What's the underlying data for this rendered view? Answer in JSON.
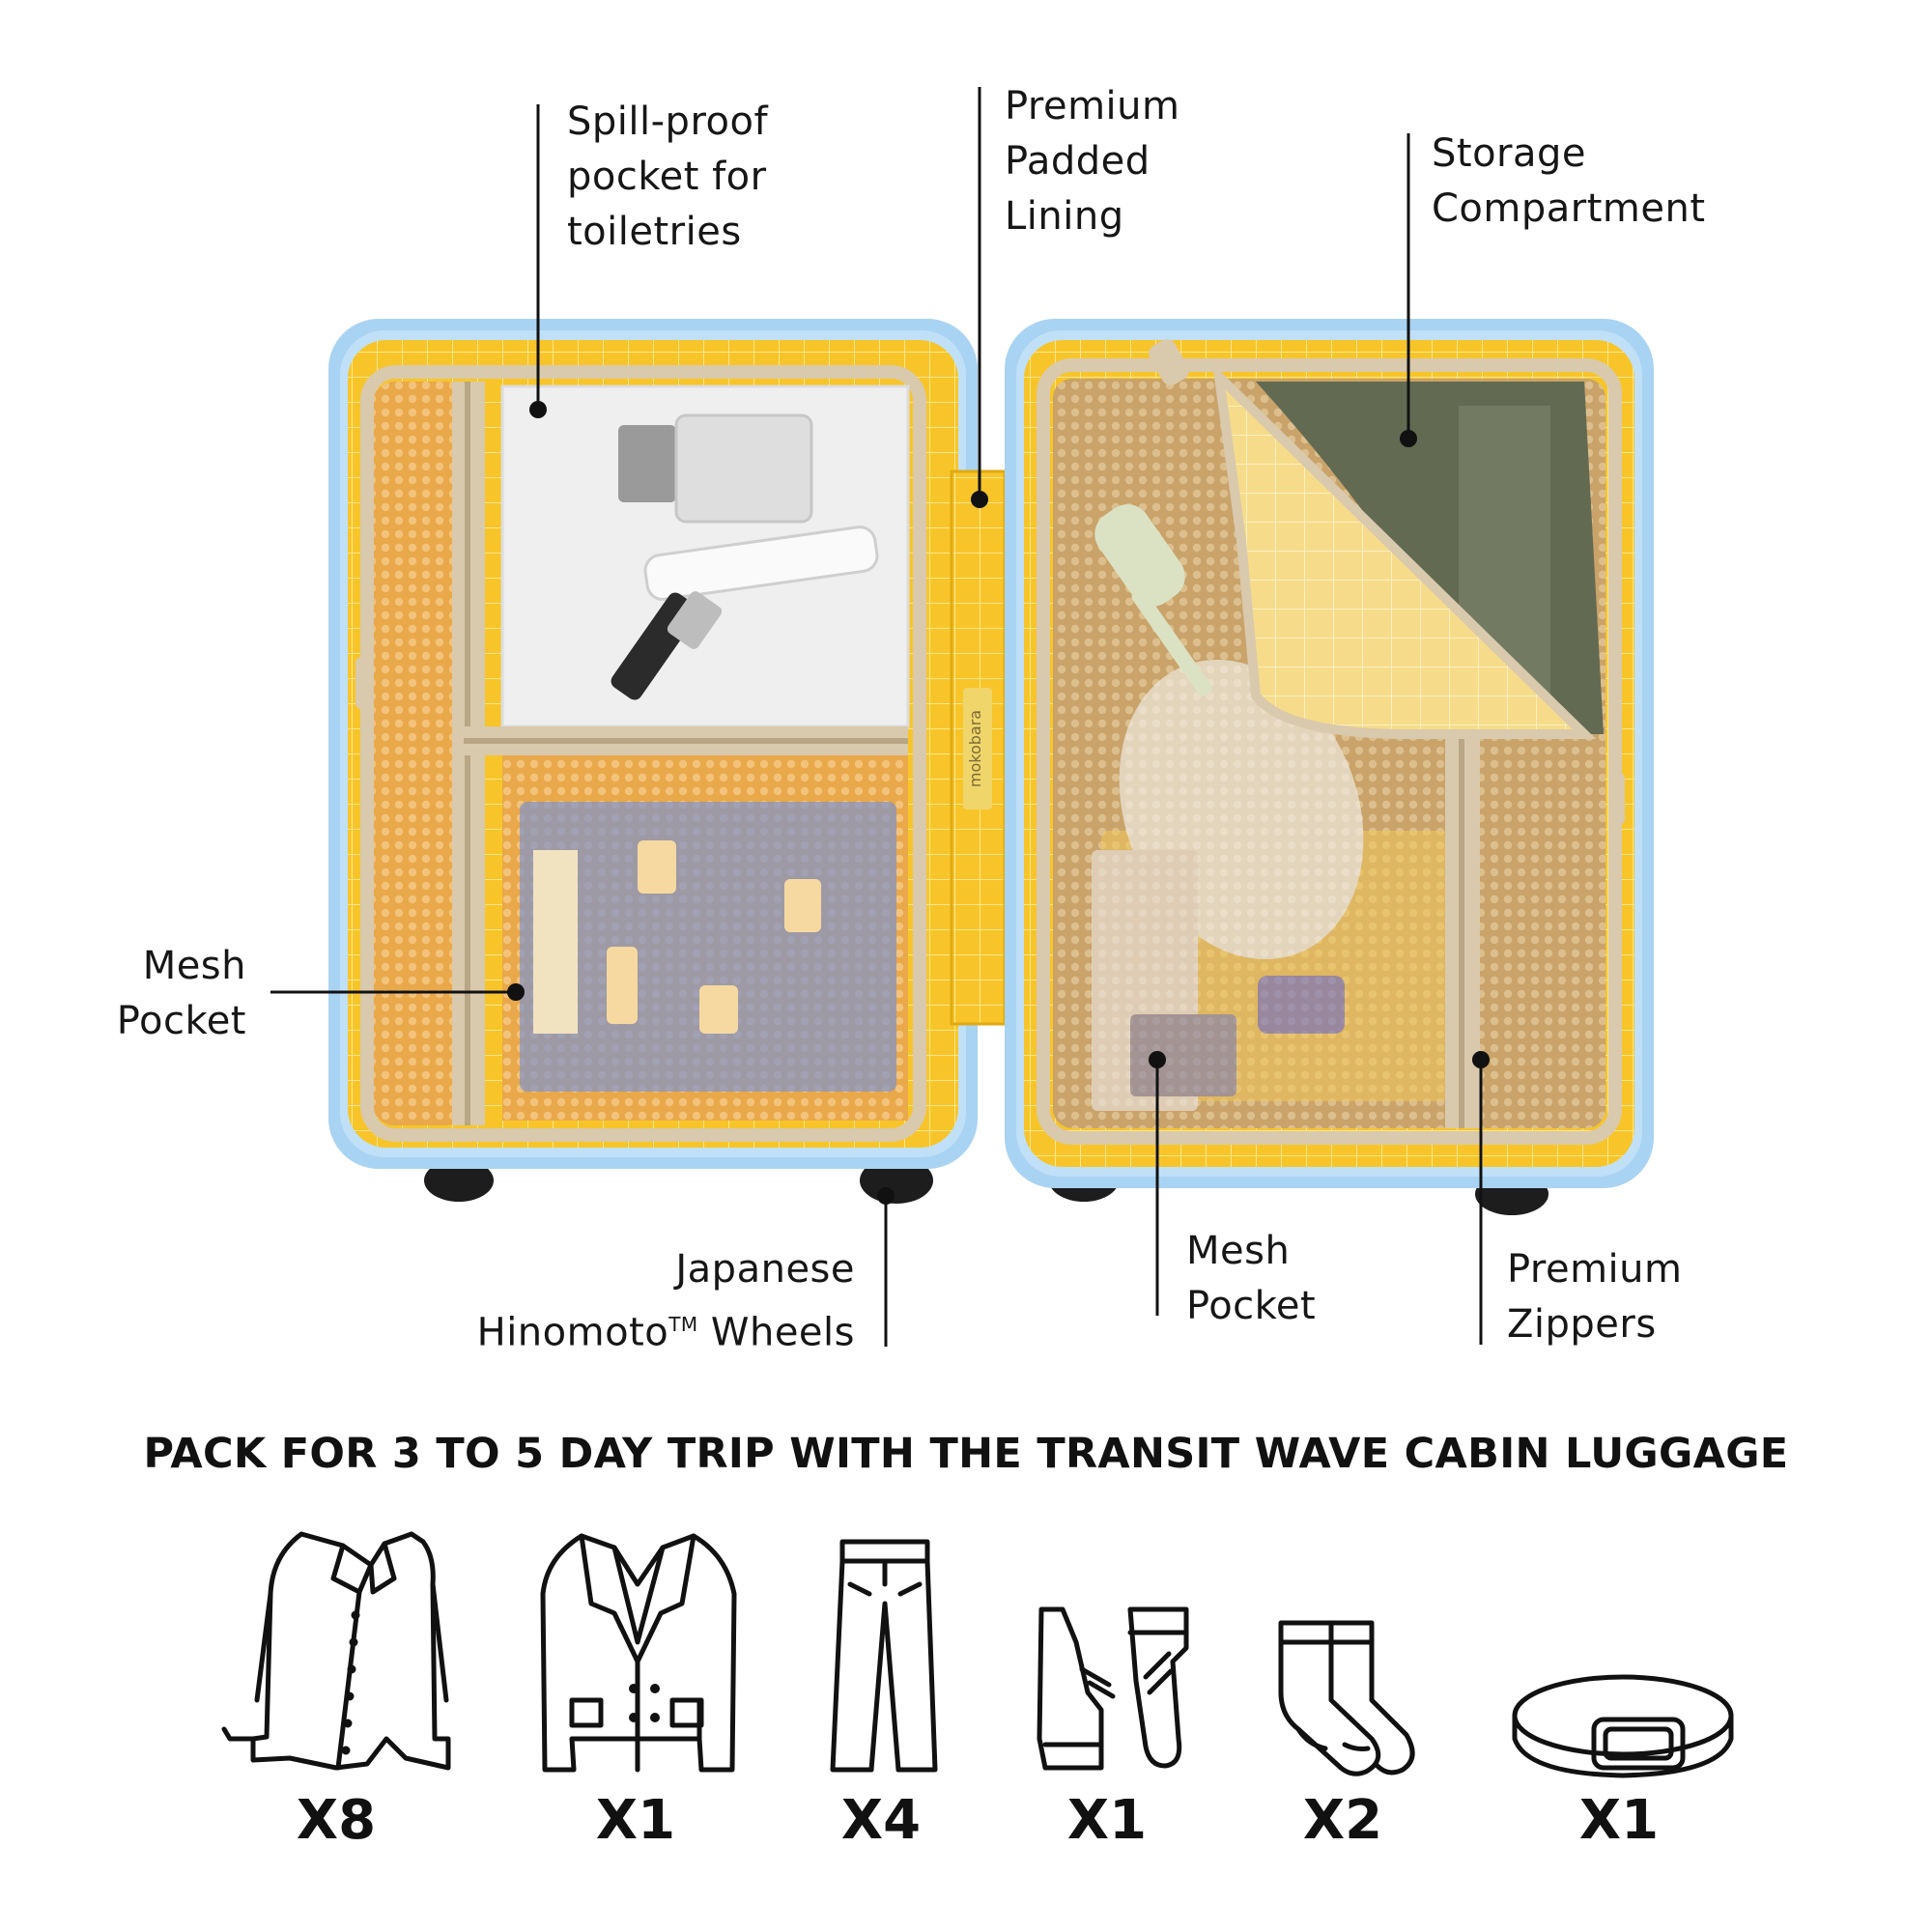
{
  "callouts": {
    "spill_proof": [
      "Spill-proof",
      "pocket for",
      "toiletries"
    ],
    "padded_lining": [
      "Premium",
      "Padded",
      "Lining"
    ],
    "storage": [
      "Storage",
      "Compartment"
    ],
    "mesh_left": [
      "Mesh",
      "Pocket"
    ],
    "wheels": {
      "line1": "Japanese",
      "brand": "Hinomoto",
      "tm": "TM",
      "suffix": "Wheels"
    },
    "mesh_right": [
      "Mesh",
      "Pocket"
    ],
    "zippers": [
      "Premium",
      "Zippers"
    ]
  },
  "product_tag": "mokobara",
  "headline": "PACK FOR 3 TO 5 DAY TRIP WITH THE TRANSIT WAVE CABIN LUGGAGE",
  "packing_items": [
    {
      "icon": "shirt-icon",
      "qty": "X8"
    },
    {
      "icon": "blazer-icon",
      "qty": "X1"
    },
    {
      "icon": "trousers-icon",
      "qty": "X4"
    },
    {
      "icon": "shoes-icon",
      "qty": "X1"
    },
    {
      "icon": "socks-icon",
      "qty": "X2"
    },
    {
      "icon": "belt-icon",
      "qty": "X1"
    }
  ],
  "colors": {
    "shell_blue": "#a9d3f2",
    "lining_yellow": "#f7c52a",
    "mesh_orange": "#e8a74c",
    "trim_beige": "#d9c9ad",
    "clear_pouch": "#efefef",
    "passport_blue": "#7f93c9",
    "garment_green": "#626a52",
    "wheel_black": "#1d1d1d"
  }
}
